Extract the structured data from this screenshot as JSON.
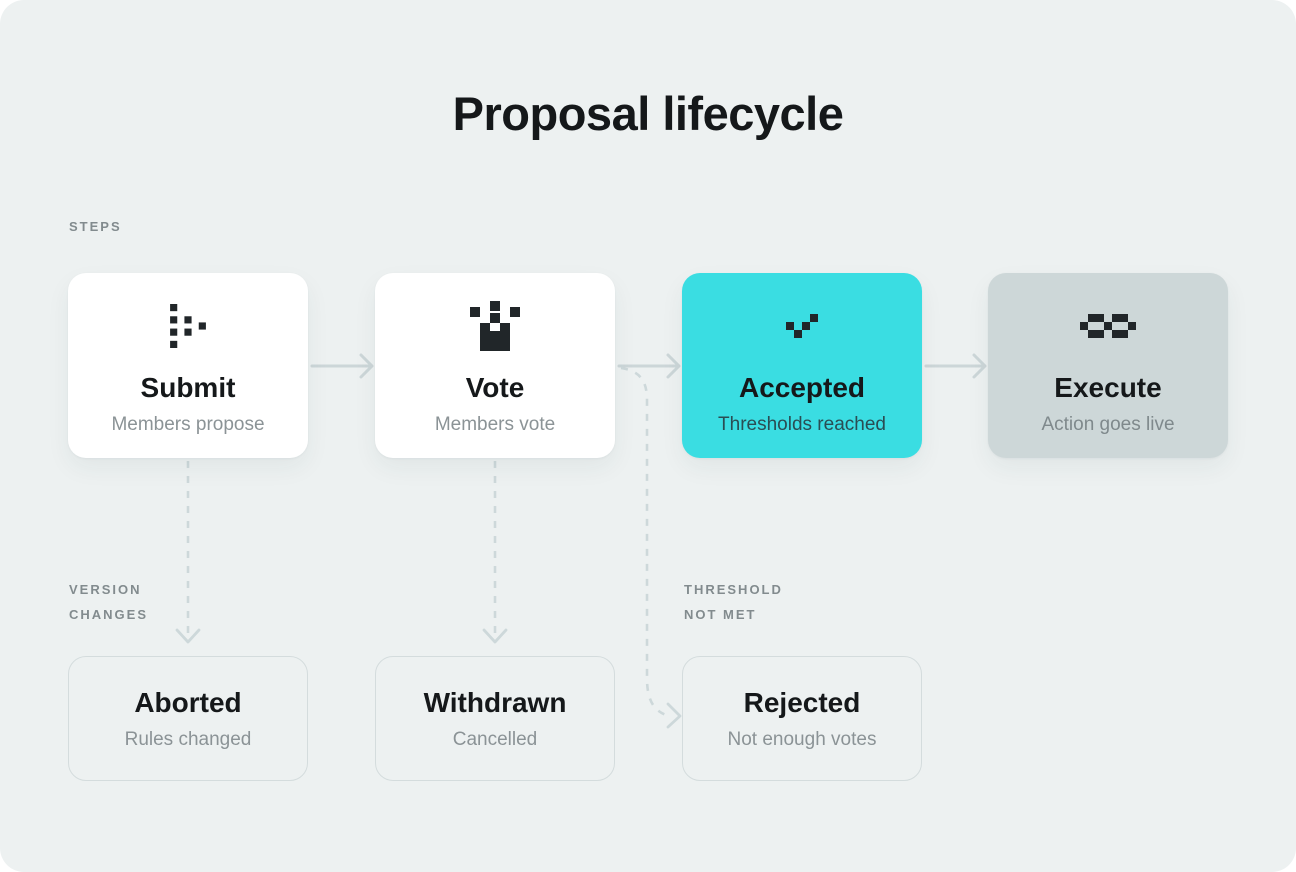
{
  "page": {
    "title": "Proposal lifecycle"
  },
  "colors": {
    "background": "#edf1f1",
    "card_white": "#ffffff",
    "accent": "#3adde2",
    "muted_card": "#cdd7d8",
    "arrow": "#ccd6d8",
    "dashed_arrow": "#cdd8da",
    "ink": "#15181a",
    "accent_ink": "#2a4d53",
    "subtle_text": "#8b9396",
    "label_text": "#828b8e",
    "outline": "#d4dcdd",
    "icon": "#212629"
  },
  "flow": {
    "steps_label": "STEPS",
    "steps": [
      {
        "title": "Submit",
        "subtitle": "Members propose",
        "icon": "pixel-arrow-right-icon",
        "variant": "white"
      },
      {
        "title": "Vote",
        "subtitle": "Members vote",
        "icon": "pixel-ballot-icon",
        "variant": "white"
      },
      {
        "title": "Accepted",
        "subtitle": "Thresholds reached",
        "icon": "pixel-check-icon",
        "variant": "accent"
      },
      {
        "title": "Execute",
        "subtitle": "Action goes live",
        "icon": "pixel-chain-icon",
        "variant": "muted"
      }
    ],
    "branch_labels": {
      "version_changes": "VERSION\nCHANGES",
      "threshold_not_met": "THRESHOLD\nNOT MET"
    },
    "end_states": [
      {
        "title": "Aborted",
        "subtitle": "Rules changed"
      },
      {
        "title": "Withdrawn",
        "subtitle": "Cancelled"
      },
      {
        "title": "Rejected",
        "subtitle": "Not enough votes"
      }
    ]
  }
}
